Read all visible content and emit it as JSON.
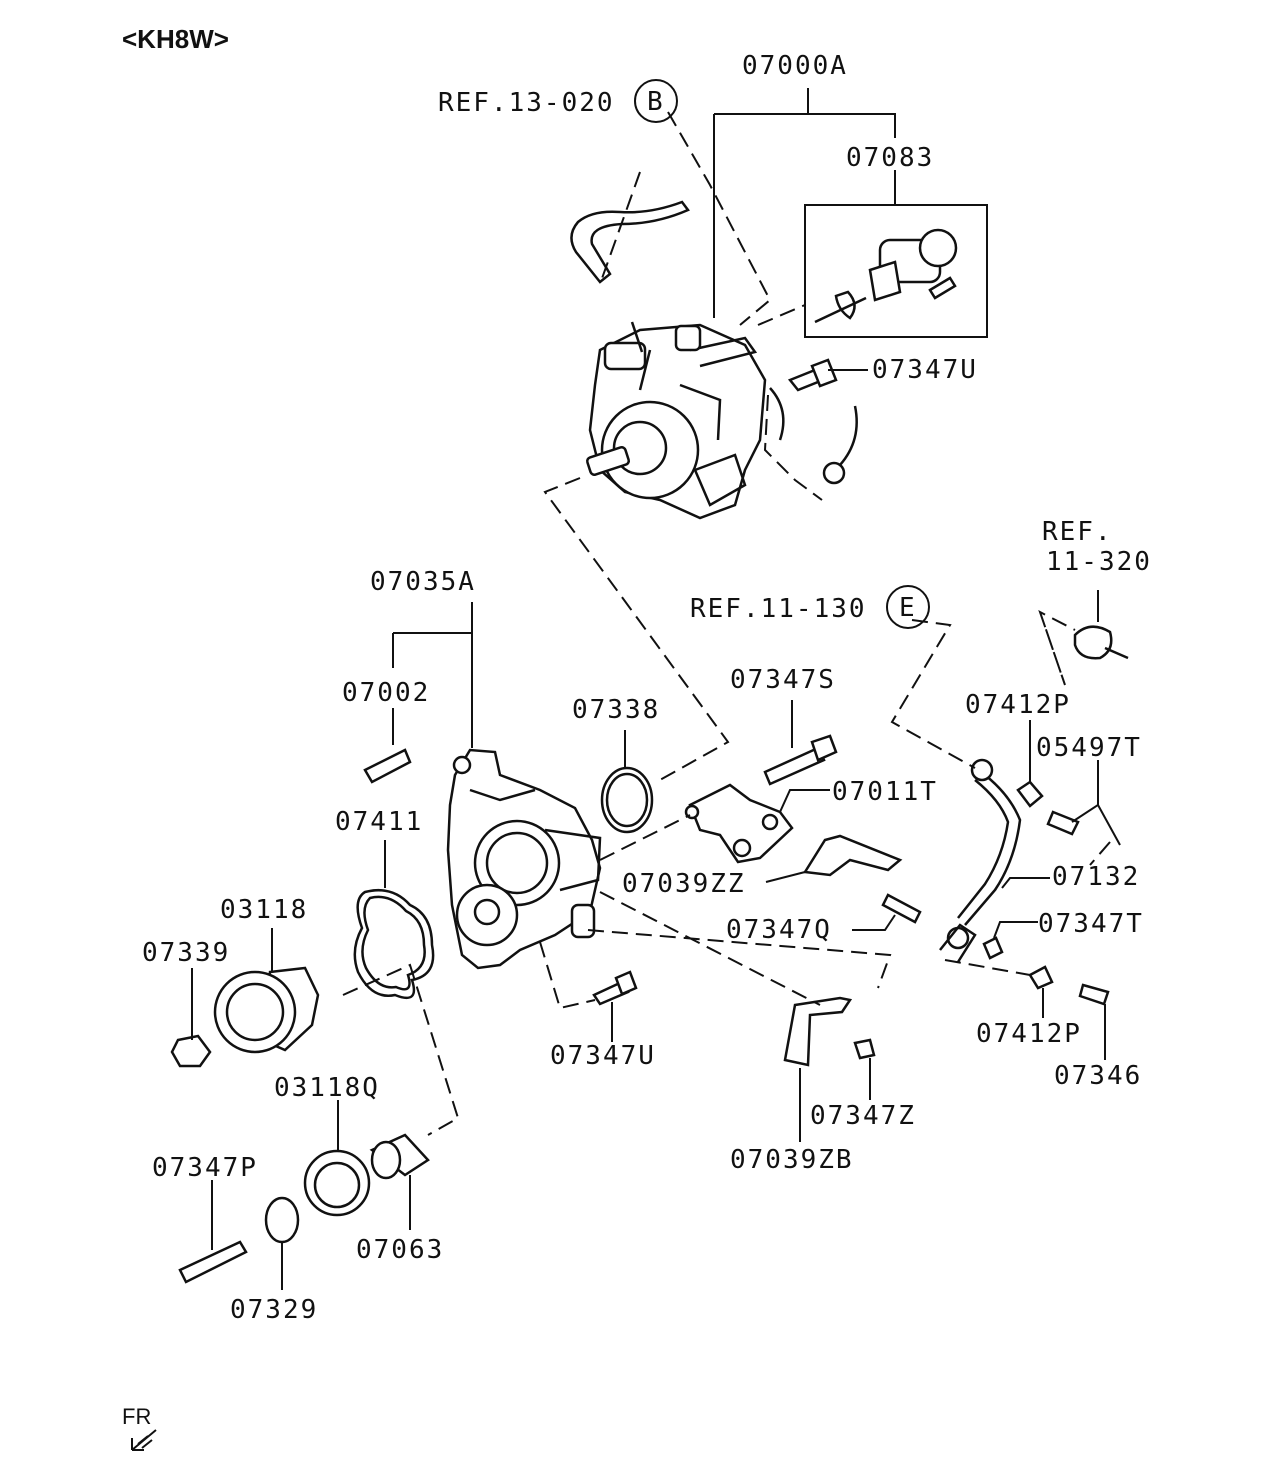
{
  "diagram": {
    "title": "<KH8W>",
    "orientation_label": "FR",
    "labels": {
      "p07000A": "07000A",
      "ref13": "REF.13-020",
      "circleB": "B",
      "p07083": "07083",
      "p07347U_top": "07347U",
      "ref11320_a": "REF.",
      "ref11320_b": "11-320",
      "p07035A": "07035A",
      "ref11130": "REF.11-130",
      "circleE": "E",
      "p07002": "07002",
      "p07338": "07338",
      "p07347S": "07347S",
      "p07412P_top": "07412P",
      "p05497T": "05497T",
      "p07011T": "07011T",
      "p07411": "07411",
      "p07132": "07132",
      "p03118": "03118",
      "p07039ZZ": "07039ZZ",
      "p07347Q": "07347Q",
      "p07347T": "07347T",
      "p07339": "07339",
      "p07347U_bot": "07347U",
      "p07412P_bot": "07412P",
      "p07346": "07346",
      "p03118Q": "03118Q",
      "p07347Z": "07347Z",
      "p07039ZB": "07039ZB",
      "p07347P": "07347P",
      "p07063": "07063",
      "p07329": "07329"
    }
  }
}
